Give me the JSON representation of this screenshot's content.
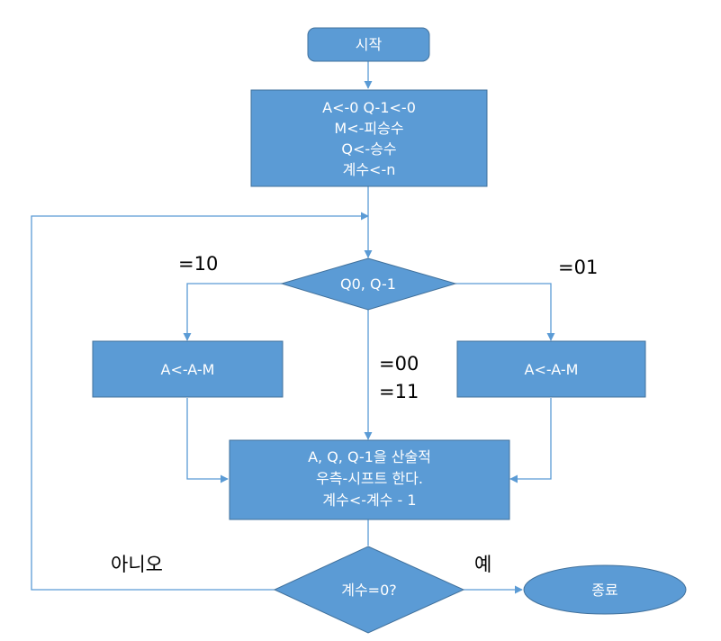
{
  "flowchart": {
    "start": "시작",
    "init": [
      "A<-0 Q-1<-0",
      "M<-피승수",
      "Q<-승수",
      "계수<-n"
    ],
    "decision_q": "Q0, Q-1",
    "left_op": "A<-A-M",
    "right_op": "A<-A-M",
    "shift": [
      "A, Q, Q-1을 산술적",
      "우측-시프트 한다.",
      "계수<-계수 - 1"
    ],
    "decision_count": "계수=0?",
    "end": "종료"
  },
  "edge_labels": {
    "eq10": "=10",
    "eq01": "=01",
    "eq00": "=00",
    "eq11": "=11",
    "no": "아니오",
    "yes": "예"
  },
  "colors": {
    "node_fill": "#5B9BD5",
    "node_border": "#41719C",
    "connector": "#5B9BD5",
    "node_text": "#FFFFFF",
    "label_text": "#000000"
  }
}
